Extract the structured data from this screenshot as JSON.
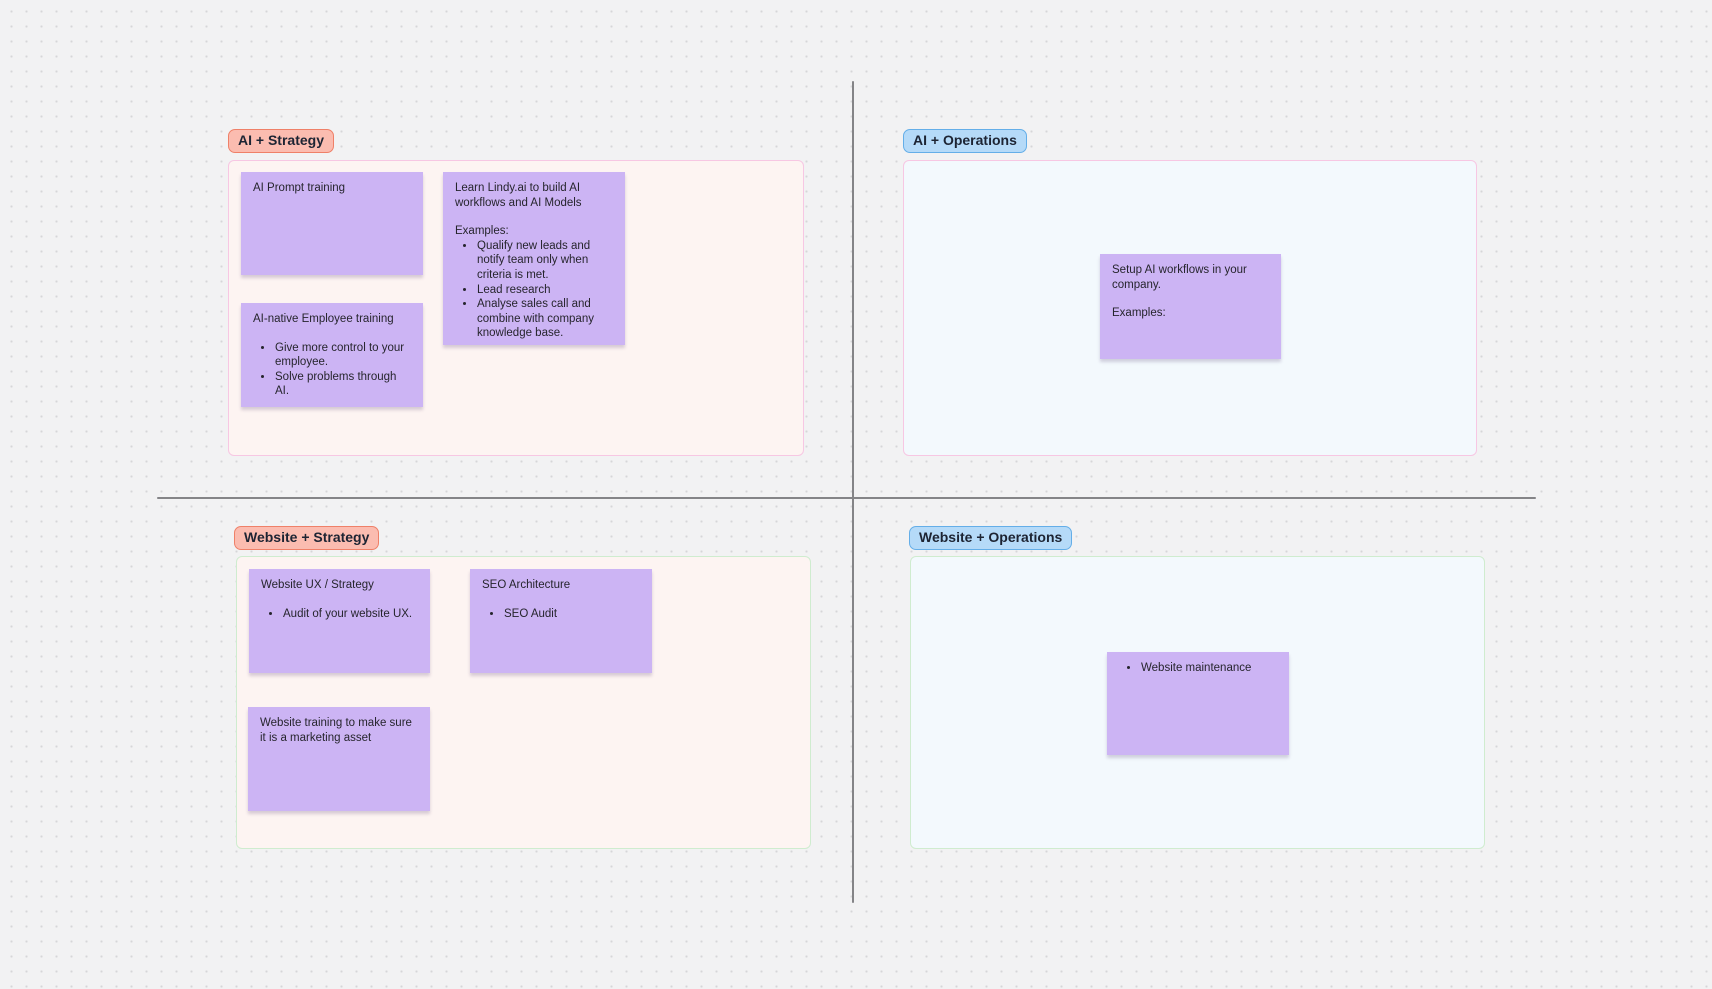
{
  "canvas": {
    "background_color": "#f2f2f3",
    "dot_color": "#d6d6d8",
    "axis_color": "#848487"
  },
  "quadrants": {
    "ai_strategy": {
      "label": "AI + Strategy",
      "label_bg": "#fbbcb0",
      "label_border": "#ef8068",
      "frame_bg": "#fdf4f2",
      "frame_border": "#f7c7e3"
    },
    "ai_operations": {
      "label": "AI + Operations",
      "label_bg": "#b5daf8",
      "label_border": "#64aee8",
      "frame_bg": "#f3f9fd",
      "frame_border": "#f7c7e3"
    },
    "website_strategy": {
      "label": "Website + Strategy",
      "label_bg": "#fbbcb0",
      "label_border": "#ef8068",
      "frame_bg": "#fdf4f2",
      "frame_border": "#cfeccf"
    },
    "website_operations": {
      "label": "Website + Operations",
      "label_bg": "#b5daf8",
      "label_border": "#64aee8",
      "frame_bg": "#f3f9fd",
      "frame_border": "#cfeccf"
    }
  },
  "notes": {
    "note_color": "#ccb4f4",
    "ai_prompt": {
      "title": "AI Prompt training"
    },
    "ai_native": {
      "title": "AI-native Employee training",
      "bullets": [
        "Give more control to your employee.",
        "Solve problems through AI."
      ]
    },
    "lindy": {
      "intro": "Learn Lindy.ai to build AI workflows and AI Models",
      "examples_label": "Examples:",
      "bullets": [
        "Qualify new leads and notify team only when criteria is met.",
        "Lead research",
        "Analyse sales call and combine with company knowledge base."
      ]
    },
    "setup_ai": {
      "intro": "Setup AI workflows in your company.",
      "examples_label": "Examples:"
    },
    "website_ux": {
      "title": "Website UX / Strategy",
      "bullets": [
        "Audit of your website UX."
      ]
    },
    "seo_architecture": {
      "title": "SEO Architecture",
      "bullets": [
        "SEO Audit"
      ]
    },
    "website_training": {
      "title": "Website training to make sure it is a marketing asset"
    },
    "website_maintenance": {
      "bullets": [
        "Website maintenance"
      ]
    }
  }
}
